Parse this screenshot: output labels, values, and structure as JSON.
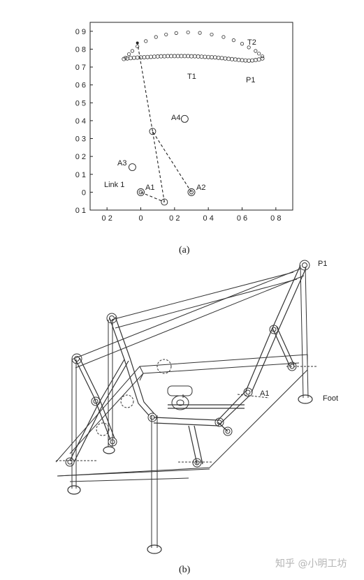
{
  "figure_a": {
    "caption": "(a)",
    "chart_data": {
      "type": "scatter",
      "title": "",
      "xlabel": "",
      "ylabel": "",
      "xlim": [
        -0.3,
        0.9
      ],
      "ylim": [
        -0.1,
        0.95
      ],
      "x_ticks": [
        -0.2,
        0,
        0.2,
        0.4,
        0.6,
        0.8
      ],
      "x_tick_labels": [
        "0 2",
        "0",
        "0 2",
        "0 4",
        "0 6",
        "0 8"
      ],
      "y_ticks": [
        0.9,
        0.8,
        0.7,
        0.6,
        0.5,
        0.4,
        0.3,
        0.2,
        0.1,
        0,
        -0.1
      ],
      "y_tick_labels": [
        "0 9",
        "0 8",
        "0 7",
        "0 6",
        "0 5",
        "0 4",
        "0 3",
        "0 2",
        "0 1",
        "0",
        "0 1"
      ],
      "grid": false,
      "trajectory_T1": {
        "x": [
          -0.1,
          -0.08,
          -0.06,
          -0.04,
          -0.02,
          0,
          0.02,
          0.04,
          0.06,
          0.08,
          0.1,
          0.12,
          0.14,
          0.16,
          0.18,
          0.2,
          0.22,
          0.24,
          0.26,
          0.28,
          0.3,
          0.32,
          0.34,
          0.36,
          0.38,
          0.4,
          0.42,
          0.44,
          0.46,
          0.48,
          0.5,
          0.52,
          0.54,
          0.56,
          0.58,
          0.6,
          0.62,
          0.64,
          0.66,
          0.68,
          0.7,
          0.72
        ],
        "y": [
          0.745,
          0.748,
          0.75,
          0.752,
          0.753,
          0.754,
          0.755,
          0.756,
          0.757,
          0.758,
          0.759,
          0.76,
          0.76,
          0.761,
          0.761,
          0.761,
          0.761,
          0.761,
          0.761,
          0.761,
          0.76,
          0.76,
          0.759,
          0.758,
          0.757,
          0.756,
          0.755,
          0.754,
          0.752,
          0.75,
          0.748,
          0.746,
          0.744,
          0.742,
          0.74,
          0.738,
          0.737,
          0.736,
          0.737,
          0.739,
          0.742,
          0.748
        ]
      },
      "trajectory_T2": {
        "x": [
          -0.09,
          -0.07,
          -0.05,
          -0.02,
          0.03,
          0.09,
          0.15,
          0.21,
          0.28,
          0.35,
          0.42,
          0.49,
          0.55,
          0.6,
          0.64,
          0.68,
          0.7,
          0.72
        ],
        "y": [
          0.752,
          0.772,
          0.79,
          0.815,
          0.845,
          0.868,
          0.882,
          0.89,
          0.894,
          0.891,
          0.882,
          0.868,
          0.85,
          0.83,
          0.81,
          0.79,
          0.775,
          0.76
        ]
      },
      "pivots": [
        {
          "name": "A1",
          "x": 0.0,
          "y": 0.0
        },
        {
          "name": "A2",
          "x": 0.3,
          "y": 0.0
        },
        {
          "name": "A3",
          "x": -0.05,
          "y": 0.14
        },
        {
          "name": "A4",
          "x": 0.26,
          "y": 0.41
        }
      ],
      "linkage": {
        "crank_end": [
          0.14,
          -0.055
        ],
        "joint": [
          0.07,
          0.34
        ],
        "foot_point": [
          -0.02,
          0.835
        ]
      },
      "labels": {
        "T2": "T2",
        "T1": "T1",
        "P1": "P1",
        "A4": "A4",
        "A3": "A3",
        "A1": "A1",
        "A2": "A2",
        "link1": "Link 1"
      }
    }
  },
  "figure_b": {
    "caption": "(b)",
    "labels": {
      "p1": "P1",
      "foot": "Foot",
      "a1": "A1"
    }
  },
  "watermark": "知乎 @小明工坊"
}
